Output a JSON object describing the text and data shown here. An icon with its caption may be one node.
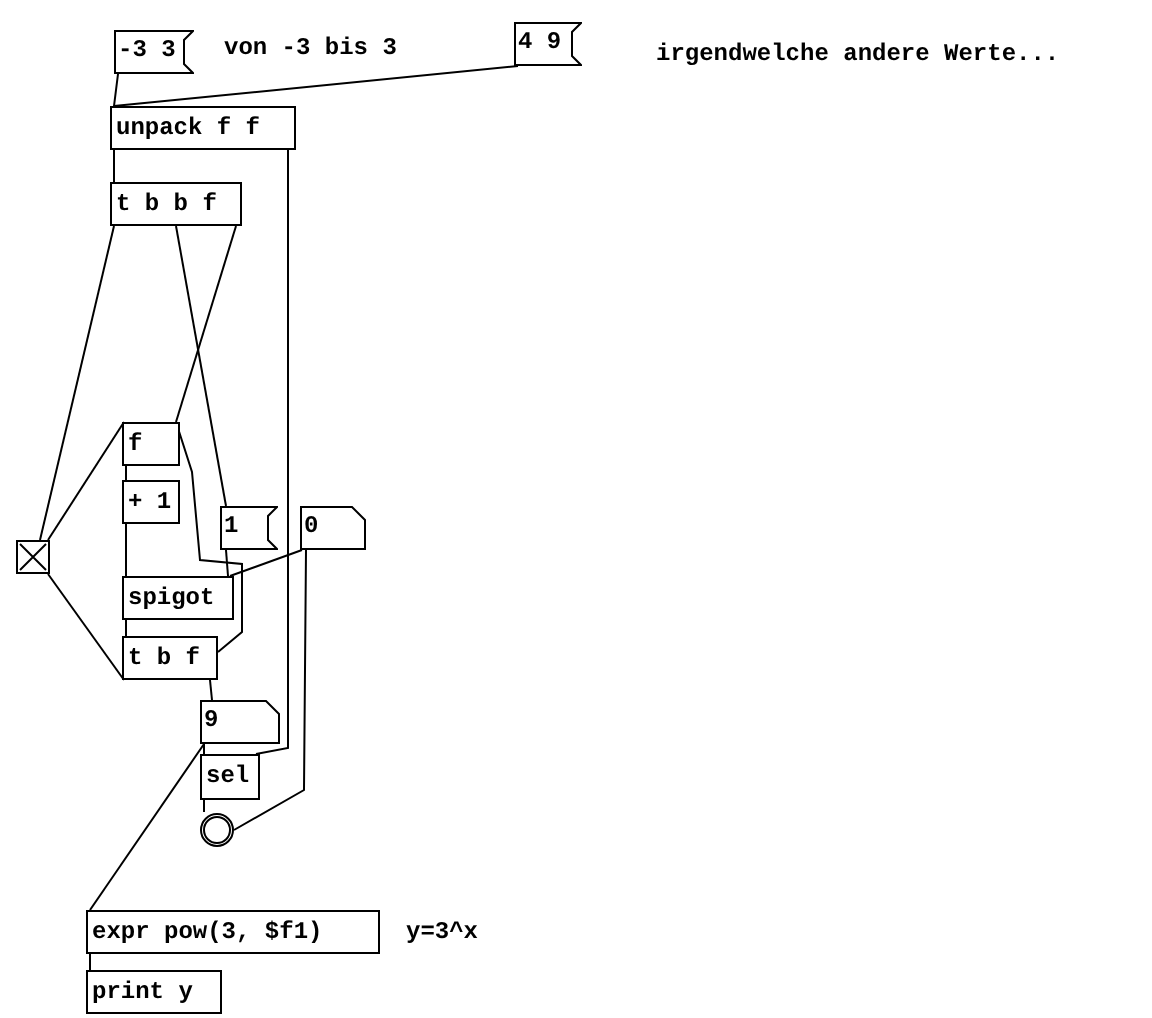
{
  "diagram": {
    "nodes": [
      {
        "text": [
          "-3 3"
        ]
      },
      {
        "text": [
          "4 9"
        ]
      },
      {
        "text": [
          "unpack f f"
        ]
      },
      {
        "text": [
          "t b b f"
        ]
      },
      {
        "text": [],
        "shape": "box"
      },
      {
        "text": [
          "f"
        ]
      },
      {
        "text": [
          "+ 1"
        ]
      },
      {
        "text": [
          "1"
        ]
      },
      {
        "text": [
          "0"
        ]
      },
      {
        "text": [
          "spigot"
        ]
      },
      {
        "text": [
          "t b f"
        ]
      },
      {
        "text": [
          "9"
        ]
      },
      {
        "text": [
          "sel"
        ]
      },
      {
        "text": [],
        "shape": "circle"
      },
      {
        "text": [
          "expr pow(3, $f1)"
        ]
      },
      {
        "text": [
          "print y"
        ]
      }
    ],
    "edges": [
      {
        "from": 0,
        "to": 2,
        "arrow": "none"
      },
      {
        "from": 1,
        "to": 2,
        "arrow": "none"
      },
      {
        "from": 2,
        "to": 3,
        "arrow": "none"
      },
      {
        "from": 2,
        "to": 12,
        "arrow": "none"
      },
      {
        "from": 3,
        "to": 4,
        "arrow": "none"
      },
      {
        "from": 3,
        "to": 7,
        "arrow": "none"
      },
      {
        "from": 3,
        "to": 5,
        "arrow": "none"
      },
      {
        "from": 4,
        "to": 5,
        "arrow": "none"
      },
      {
        "from": 10,
        "to": 4,
        "arrow": "none"
      },
      {
        "from": 5,
        "to": 6,
        "arrow": "none"
      },
      {
        "from": 6,
        "to": 9,
        "arrow": "none"
      },
      {
        "from": 7,
        "to": 9,
        "arrow": "none"
      },
      {
        "from": 8,
        "to": 9,
        "arrow": "none"
      },
      {
        "from": 9,
        "to": 10,
        "arrow": "none"
      },
      {
        "from": 10,
        "to": 5,
        "arrow": "none"
      },
      {
        "from": 10,
        "to": 11,
        "arrow": "none"
      },
      {
        "from": 11,
        "to": 12,
        "arrow": "none"
      },
      {
        "from": 12,
        "to": 13,
        "arrow": "none"
      },
      {
        "from": 13,
        "to": 8,
        "arrow": "none"
      },
      {
        "from": 11,
        "to": 14,
        "arrow": "none"
      },
      {
        "from": 14,
        "to": 15,
        "arrow": "none"
      }
    ],
    "labels": [
      "von -3 bis 3",
      "irgendwelche andere Werte...",
      "y=3^x"
    ]
  }
}
